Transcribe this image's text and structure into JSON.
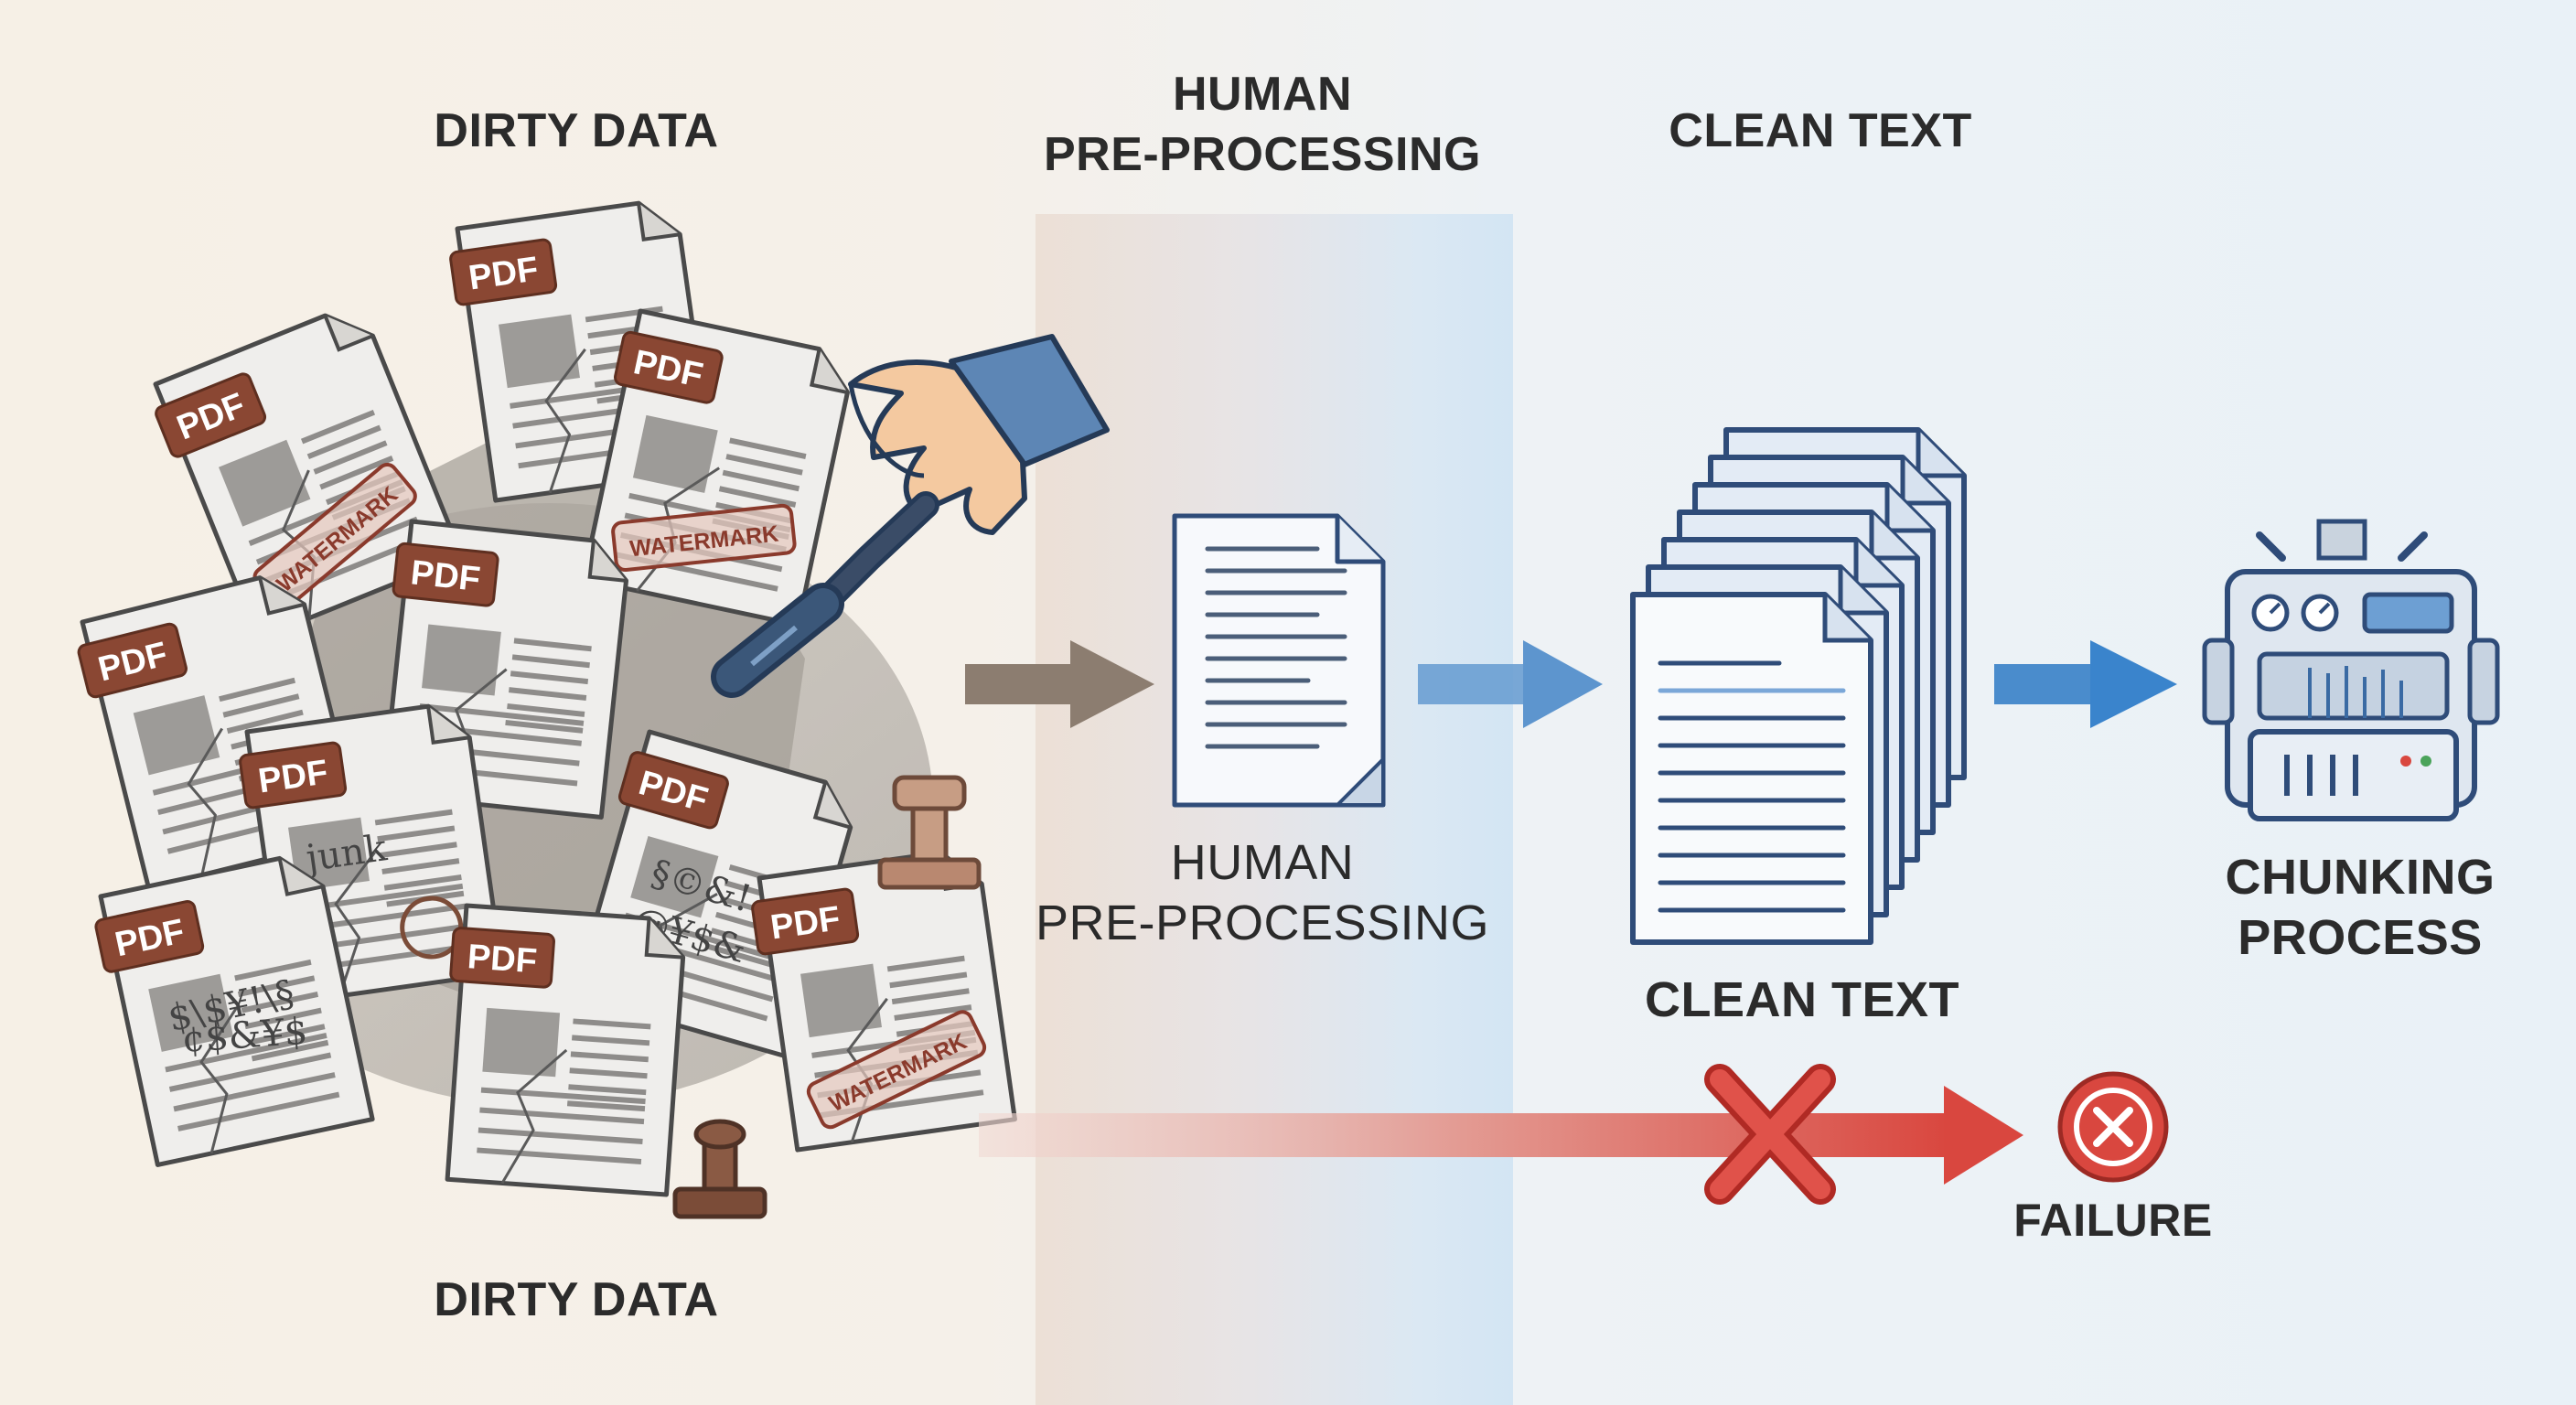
{
  "header": {
    "dirty_data": "DIRTY DATA",
    "human_line1": "HUMAN",
    "human_line2": "PRE-PROCESSING",
    "clean_text": "CLEAN TEXT"
  },
  "labels": {
    "human_line1": "HUMAN",
    "human_line2": "PRE-PROCESSING",
    "clean_text": "CLEAN TEXT",
    "chunking_line1": "CHUNKING",
    "chunking_line2": "PROCESS",
    "failure": "FAILURE",
    "dirty_data": "DIRTY DATA"
  },
  "pile": {
    "pdf_label": "PDF",
    "watermark_label": "WATERMARK",
    "junk_label": "junk",
    "garbage_1": "§©&!",
    "garbage_2": "@¥$&",
    "garbage_3": "$\\$¥!\\§",
    "garbage_4": "¢$&¥$"
  },
  "colors": {
    "dirty_arrow": "#8c7d70",
    "clean_arrow": "#4a8ccc",
    "failure_red": "#d9473f",
    "pdf_tag": "#8a4733",
    "doc_outline": "#2f4c79"
  },
  "icons": {
    "hand": "hand-with-screwdriver-icon",
    "clean_doc": "document-icon",
    "doc_stack": "document-stack-icon",
    "machine": "chunking-machine-icon",
    "failure_x": "failure-x-icon",
    "stamp": "rubber-stamp-icon"
  }
}
